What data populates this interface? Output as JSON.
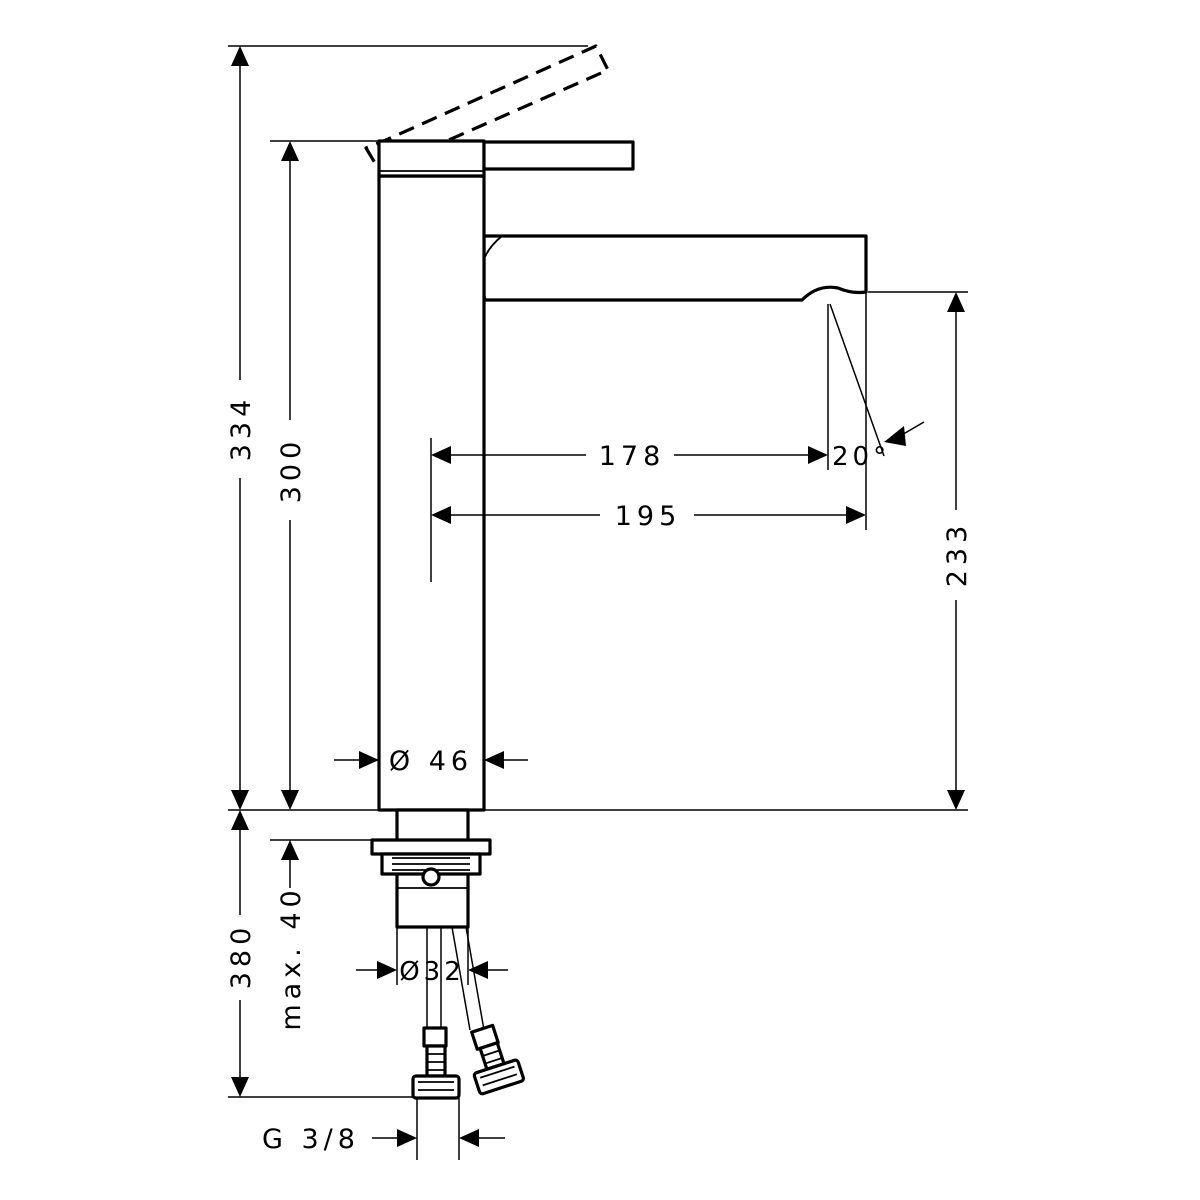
{
  "dimensions": {
    "total_height": "334",
    "body_height": "300",
    "spout_height": "233",
    "reach_inner": "178",
    "reach_outer": "195",
    "body_diameter": "Ø 46",
    "shank_diameter": "Ø32",
    "hose_length": "380",
    "max_deck": "max. 40",
    "thread": "G 3/8",
    "spray_angle": "20°"
  }
}
